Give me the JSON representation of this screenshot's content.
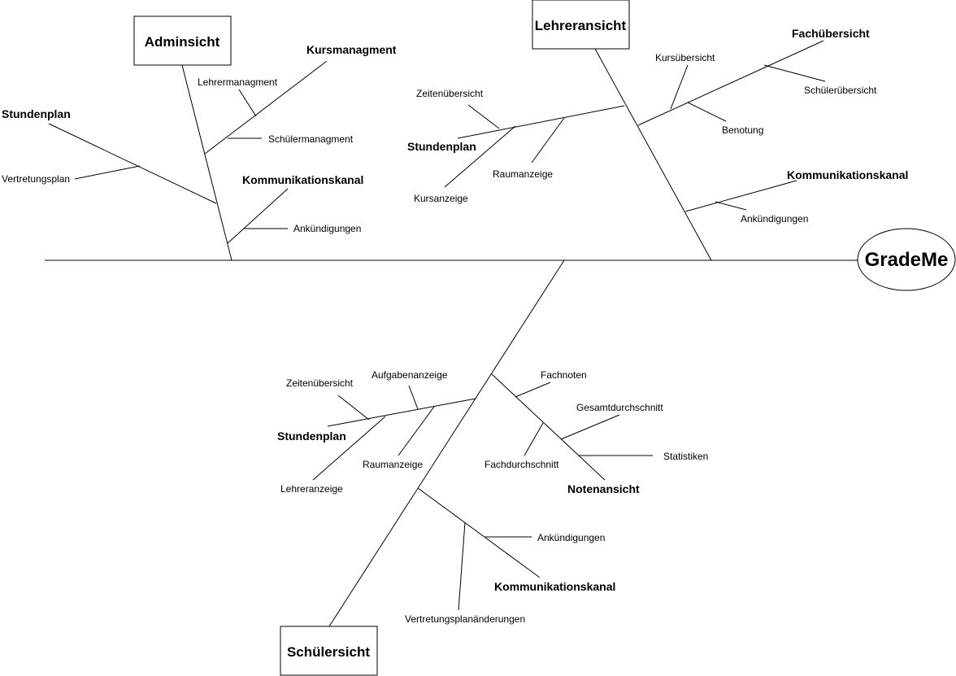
{
  "diagram": {
    "head": "GradeMe",
    "categories": {
      "admin": {
        "title": "Adminsicht",
        "stundenplan": "Stundenplan",
        "vertretungsplan": "Vertretungsplan",
        "kursmanagment": "Kursmanagment",
        "lehrermanagment": "Lehrermanagment",
        "schuelermanagment": "Schülermanagment",
        "kommunikation": "Kommunikationskanal",
        "ankuendigungen": "Ankündigungen"
      },
      "lehrer": {
        "title": "Lehreransicht",
        "zeitenuebersicht": "Zeitenübersicht",
        "stundenplan": "Stundenplan",
        "raumanzeige": "Raumanzeige",
        "kursanzeige": "Kursanzeige",
        "kursuebersicht": "Kursübersicht",
        "fachuebersicht": "Fachübersicht",
        "schueleruebersicht": "Schülerübersicht",
        "benotung": "Benotung",
        "kommunikation": "Kommunikationskanal",
        "ankuendigungen": "Ankündigungen"
      },
      "schueler": {
        "title": "Schülersicht",
        "zeitenuebersicht": "Zeitenübersicht",
        "aufgabenanzeige": "Aufgabenanzeige",
        "stundenplan": "Stundenplan",
        "raumanzeige": "Raumanzeige",
        "lehreranzeige": "Lehreranzeige",
        "fachnoten": "Fachnoten",
        "gesamtdurchschnitt": "Gesamtdurchschnitt",
        "fachdurchschnitt": "Fachdurchschnitt",
        "statistiken": "Statistiken",
        "notenansicht": "Notenansicht",
        "ankuendigungen": "Ankündigungen",
        "kommunikation": "Kommunikationskanal",
        "vertretungsplanaenderungen": "Vertretungsplanänderungen"
      }
    }
  }
}
